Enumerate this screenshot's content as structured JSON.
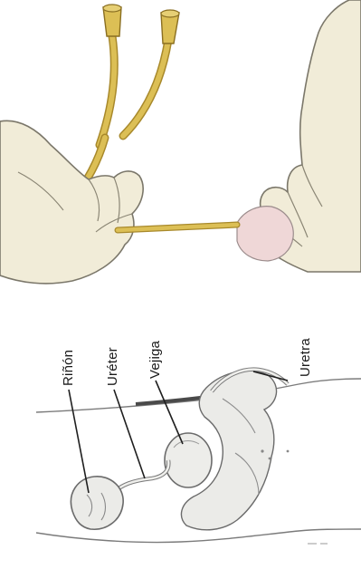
{
  "labels": {
    "kidney": "Riñón",
    "ureter": "Uréter",
    "bladder": "Vejiga",
    "urethra": "Uretra"
  },
  "colors": {
    "catheter": "#dcbf55",
    "catheter_dark": "#a8892b",
    "skin": "#f1ecd8",
    "organ": "#e9e9e6",
    "outline": "#6b6b6b"
  }
}
